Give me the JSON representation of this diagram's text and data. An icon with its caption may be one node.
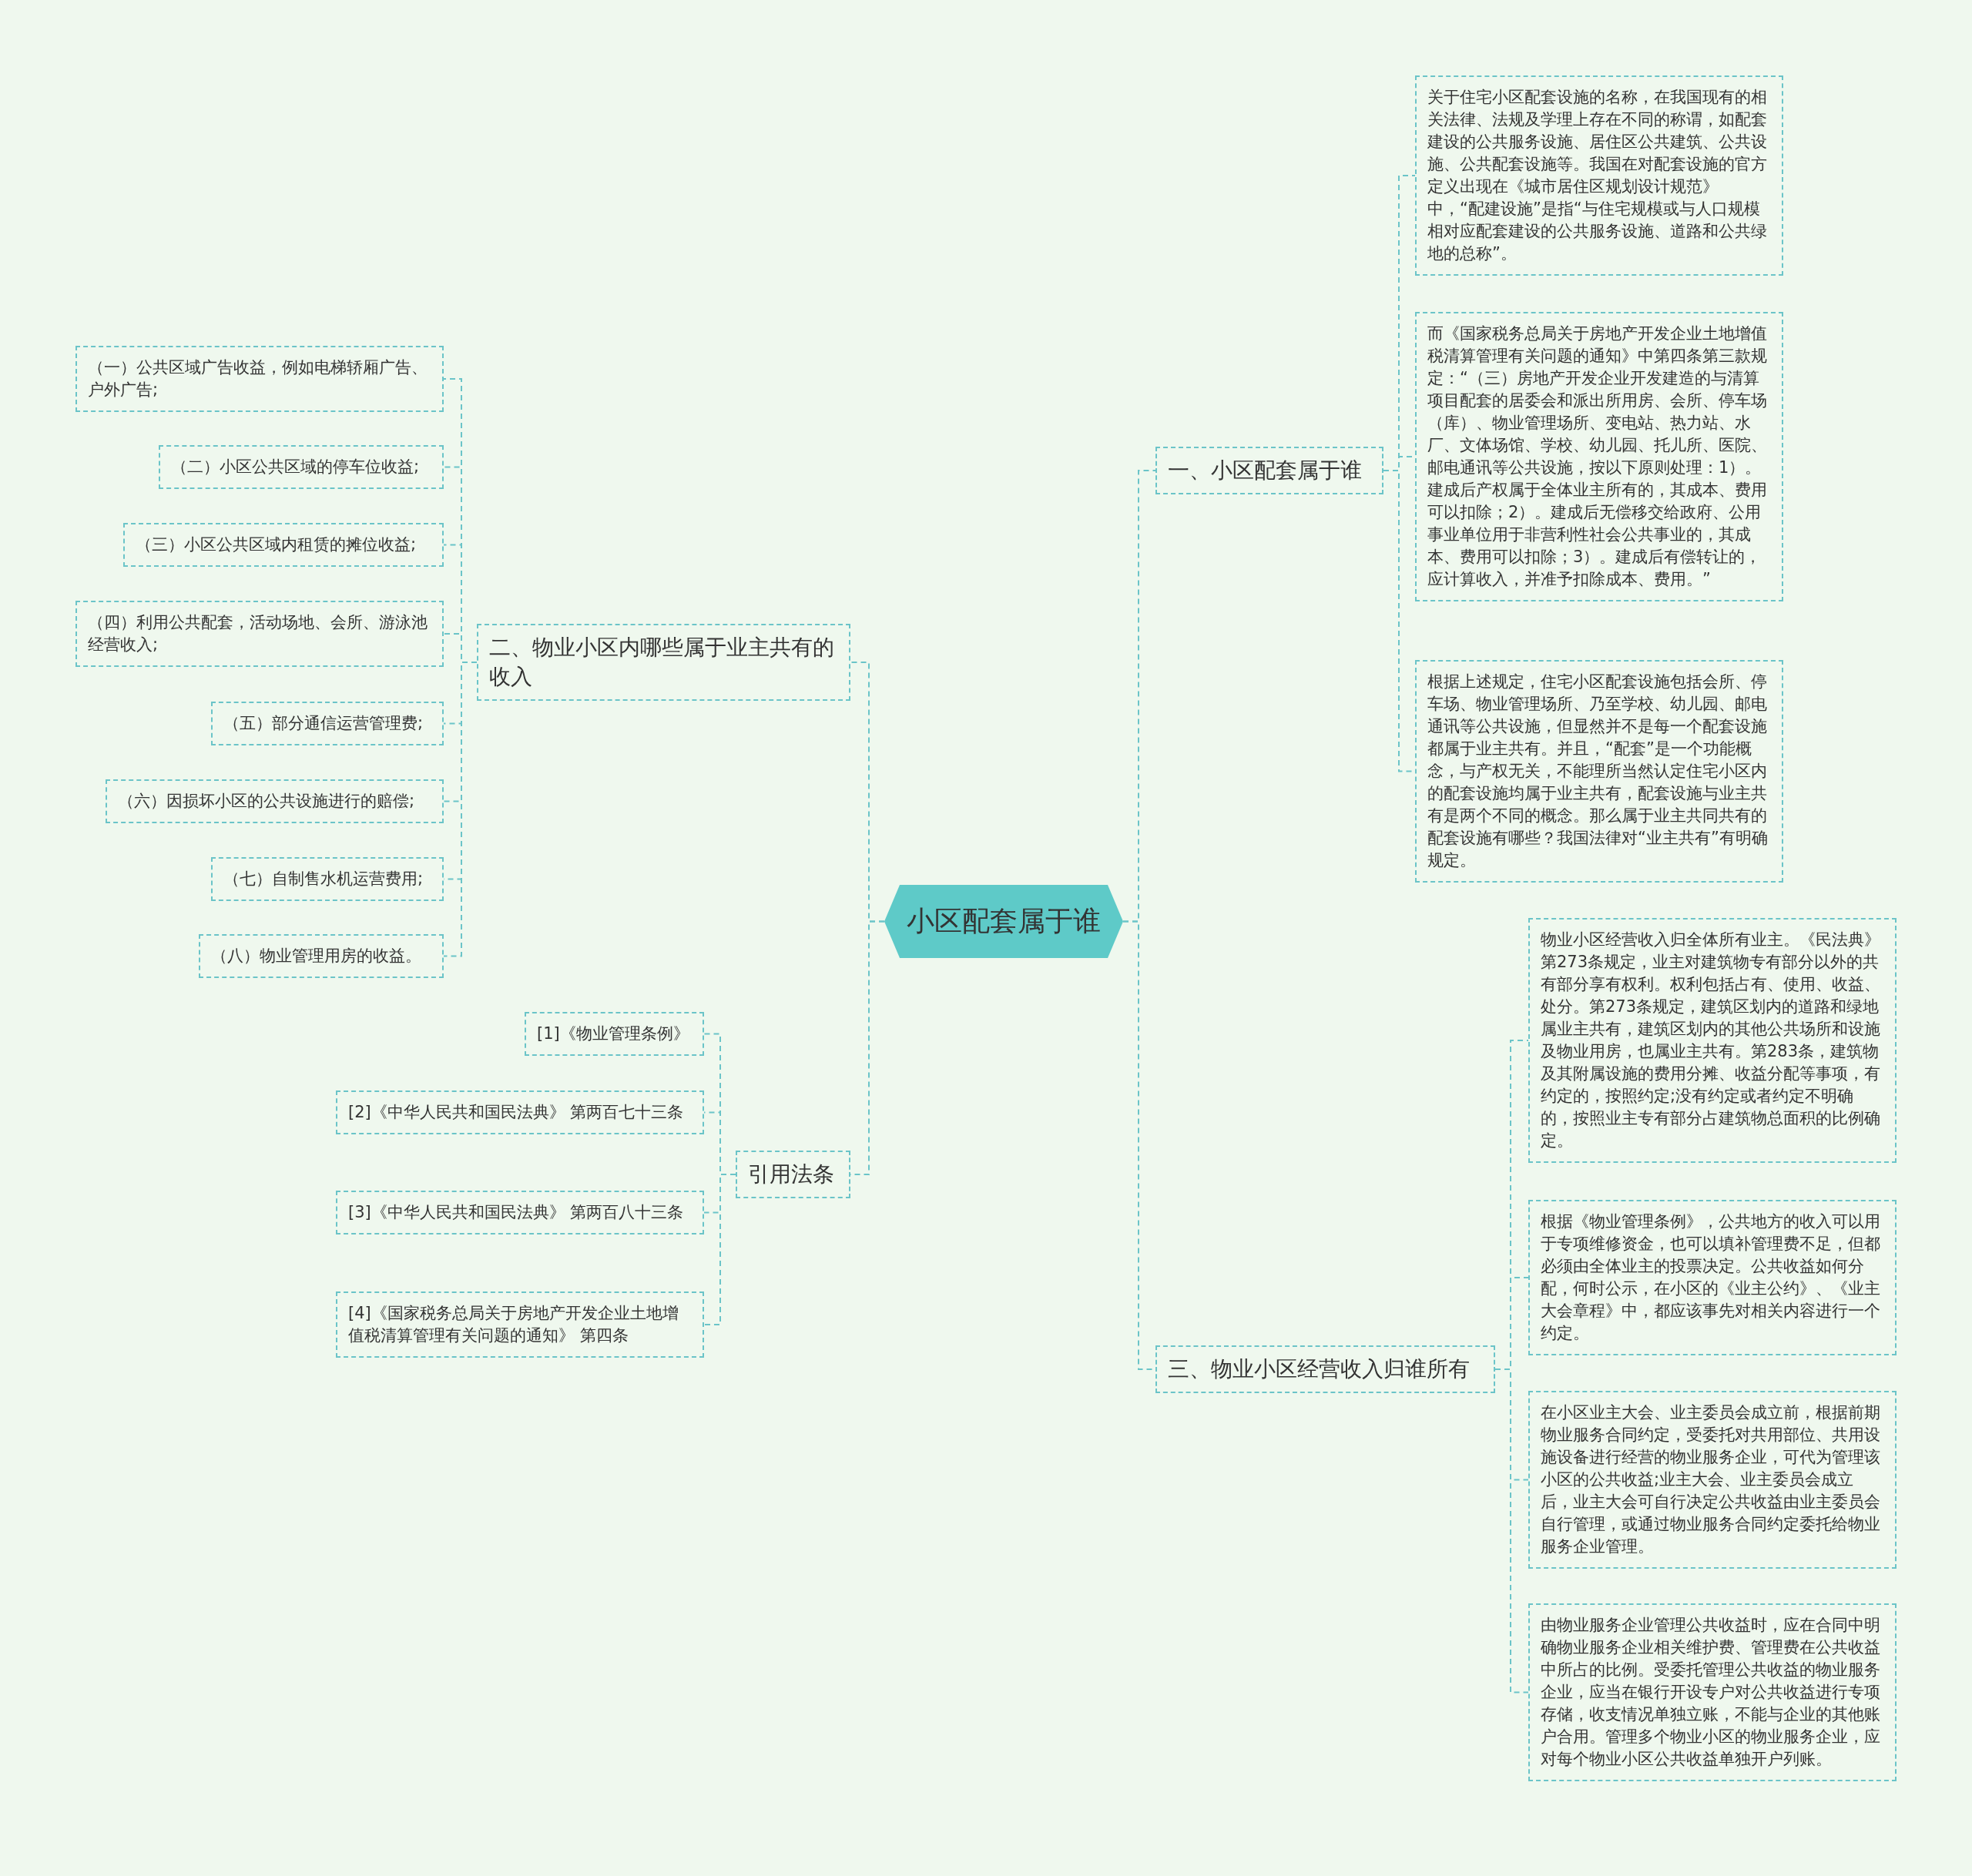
{
  "diagram": {
    "nodes": [
      {
        "text": [
          "小区配套属于谁"
        ]
      },
      {
        "text": [
          "一、小区配套属于谁"
        ]
      },
      {
        "text": [
          "关于住宅小区配套设施的名称，在我国现有的相关法律、法规及学理上存在不同的称谓，如配套建设的公共服务设施、居住区公共建筑、公共设施、公共配套设施等。我国在对配套设施的官方定义出现在《城市居住区规划设计规范》中，“配建设施”是指“与住宅规模或与人口规模相对应配套建设的公共服务设施、道路和公共绿地的总称”。"
        ]
      },
      {
        "text": [
          "而《国家税务总局关于房地产开发企业土地增值税清算管理有关问题的通知》中第四条第三款规定：“（三）房地产开发企业开发建造的与清算项目配套的居委会和派出所用房、会所、停车场（库）、物业管理场所、变电站、热力站、水厂、文体场馆、学校、幼儿园、托儿所、医院、邮电通讯等公共设施，按以下原则处理：1）。建成后产权属于全体业主所有的，其成本、费用可以扣除；2）。建成后无偿移交给政府、公用事业单位用于非营利性社会公共事业的，其成本、费用可以扣除；3）。建成后有偿转让的，应计算收入，并准予扣除成本、费用。”"
        ]
      },
      {
        "text": [
          "根据上述规定，住宅小区配套设施包括会所、停车场、物业管理场所、乃至学校、幼儿园、邮电通讯等公共设施，但显然并不是每一个配套设施都属于业主共有。并且，“配套”是一个功能概念，与产权无关，不能理所当然认定住宅小区内的配套设施均属于业主共有，配套设施与业主共有是两个不同的概念。那么属于业主共同共有的配套设施有哪些？我国法律对“业主共有”有明确规定。"
        ]
      },
      {
        "text": [
          "二、物业小区内哪些属于业主共有的收入"
        ]
      },
      {
        "text": [
          "（一）公共区域广告收益，例如电梯轿厢广告、户外广告;"
        ]
      },
      {
        "text": [
          "（二）小区公共区域的停车位收益;"
        ]
      },
      {
        "text": [
          "（三）小区公共区域内租赁的摊位收益;"
        ]
      },
      {
        "text": [
          "（四）利用公共配套，活动场地、会所、游泳池经营收入;"
        ]
      },
      {
        "text": [
          "（五）部分通信运营管理费;"
        ]
      },
      {
        "text": [
          "（六）因损坏小区的公共设施进行的赔偿;"
        ]
      },
      {
        "text": [
          "（七）自制售水机运营费用;"
        ]
      },
      {
        "text": [
          "（八）物业管理用房的收益。"
        ]
      },
      {
        "text": [
          "三、物业小区经营收入归谁所有"
        ]
      },
      {
        "text": [
          "物业小区经营收入归全体所有业主。《民法典》第273条规定，业主对建筑物专有部分以外的共有部分享有权利。权利包括占有、使用、收益、处分。第273条规定，建筑区划内的道路和绿地属业主共有，建筑区划内的其他公共场所和设施及物业用房，也属业主共有。第283条，建筑物及其附属设施的费用分摊、收益分配等事项，有约定的，按照约定;没有约定或者约定不明确的，按照业主专有部分占建筑物总面积的比例确定。"
        ]
      },
      {
        "text": [
          "根据《物业管理条例》，公共地方的收入可以用于专项维修资金，也可以填补管理费不足，但都必须由全体业主的投票决定。公共收益如何分配，何时公示，在小区的《业主公约》、《业主大会章程》中，都应该事先对相关内容进行一个约定。"
        ]
      },
      {
        "text": [
          "在小区业主大会、业主委员会成立前，根据前期物业服务合同约定，受委托对共用部位、共用设施设备进行经营的物业服务企业，可代为管理该小区的公共收益;业主大会、业主委员会成立后，业主大会可自行决定公共收益由业主委员会自行管理，或通过物业服务合同约定委托给物业服务企业管理。"
        ]
      },
      {
        "text": [
          "由物业服务企业管理公共收益时，应在合同中明确物业服务企业相关维护费、管理费在公共收益中所占的比例。受委托管理公共收益的物业服务企业，应当在银行开设专户对公共收益进行专项存储，收支情况单独立账，不能与企业的其他账户合用。管理多个物业小区的物业服务企业，应对每个物业小区公共收益单独开户列账。"
        ]
      },
      {
        "text": [
          "引用法条"
        ]
      },
      {
        "text": [
          "[1]《物业管理条例》"
        ]
      },
      {
        "text": [
          "[2]《中华人民共和国民法典》 第两百七十三条"
        ]
      },
      {
        "text": [
          "[3]《中华人民共和国民法典》 第两百八十三条"
        ]
      },
      {
        "text": [
          "[4]《国家税务总局关于房地产开发企业土地增值税清算管理有关问题的通知》 第四条"
        ]
      }
    ],
    "edges": [
      {
        "from": 0,
        "to": 1,
        "arrow": "none"
      },
      {
        "from": 1,
        "to": 2,
        "arrow": "none"
      },
      {
        "from": 1,
        "to": 3,
        "arrow": "none"
      },
      {
        "from": 1,
        "to": 4,
        "arrow": "none"
      },
      {
        "from": 0,
        "to": 5,
        "arrow": "none"
      },
      {
        "from": 5,
        "to": 6,
        "arrow": "none"
      },
      {
        "from": 5,
        "to": 7,
        "arrow": "none"
      },
      {
        "from": 5,
        "to": 8,
        "arrow": "none"
      },
      {
        "from": 5,
        "to": 9,
        "arrow": "none"
      },
      {
        "from": 5,
        "to": 10,
        "arrow": "none"
      },
      {
        "from": 5,
        "to": 11,
        "arrow": "none"
      },
      {
        "from": 5,
        "to": 12,
        "arrow": "none"
      },
      {
        "from": 5,
        "to": 13,
        "arrow": "none"
      },
      {
        "from": 0,
        "to": 14,
        "arrow": "none"
      },
      {
        "from": 14,
        "to": 15,
        "arrow": "none"
      },
      {
        "from": 14,
        "to": 16,
        "arrow": "none"
      },
      {
        "from": 14,
        "to": 17,
        "arrow": "none"
      },
      {
        "from": 14,
        "to": 18,
        "arrow": "none"
      },
      {
        "from": 0,
        "to": 19,
        "arrow": "none"
      },
      {
        "from": 19,
        "to": 20,
        "arrow": "none"
      },
      {
        "from": 19,
        "to": 21,
        "arrow": "none"
      },
      {
        "from": 19,
        "to": 22,
        "arrow": "none"
      },
      {
        "from": 19,
        "to": 23,
        "arrow": "none"
      }
    ]
  }
}
